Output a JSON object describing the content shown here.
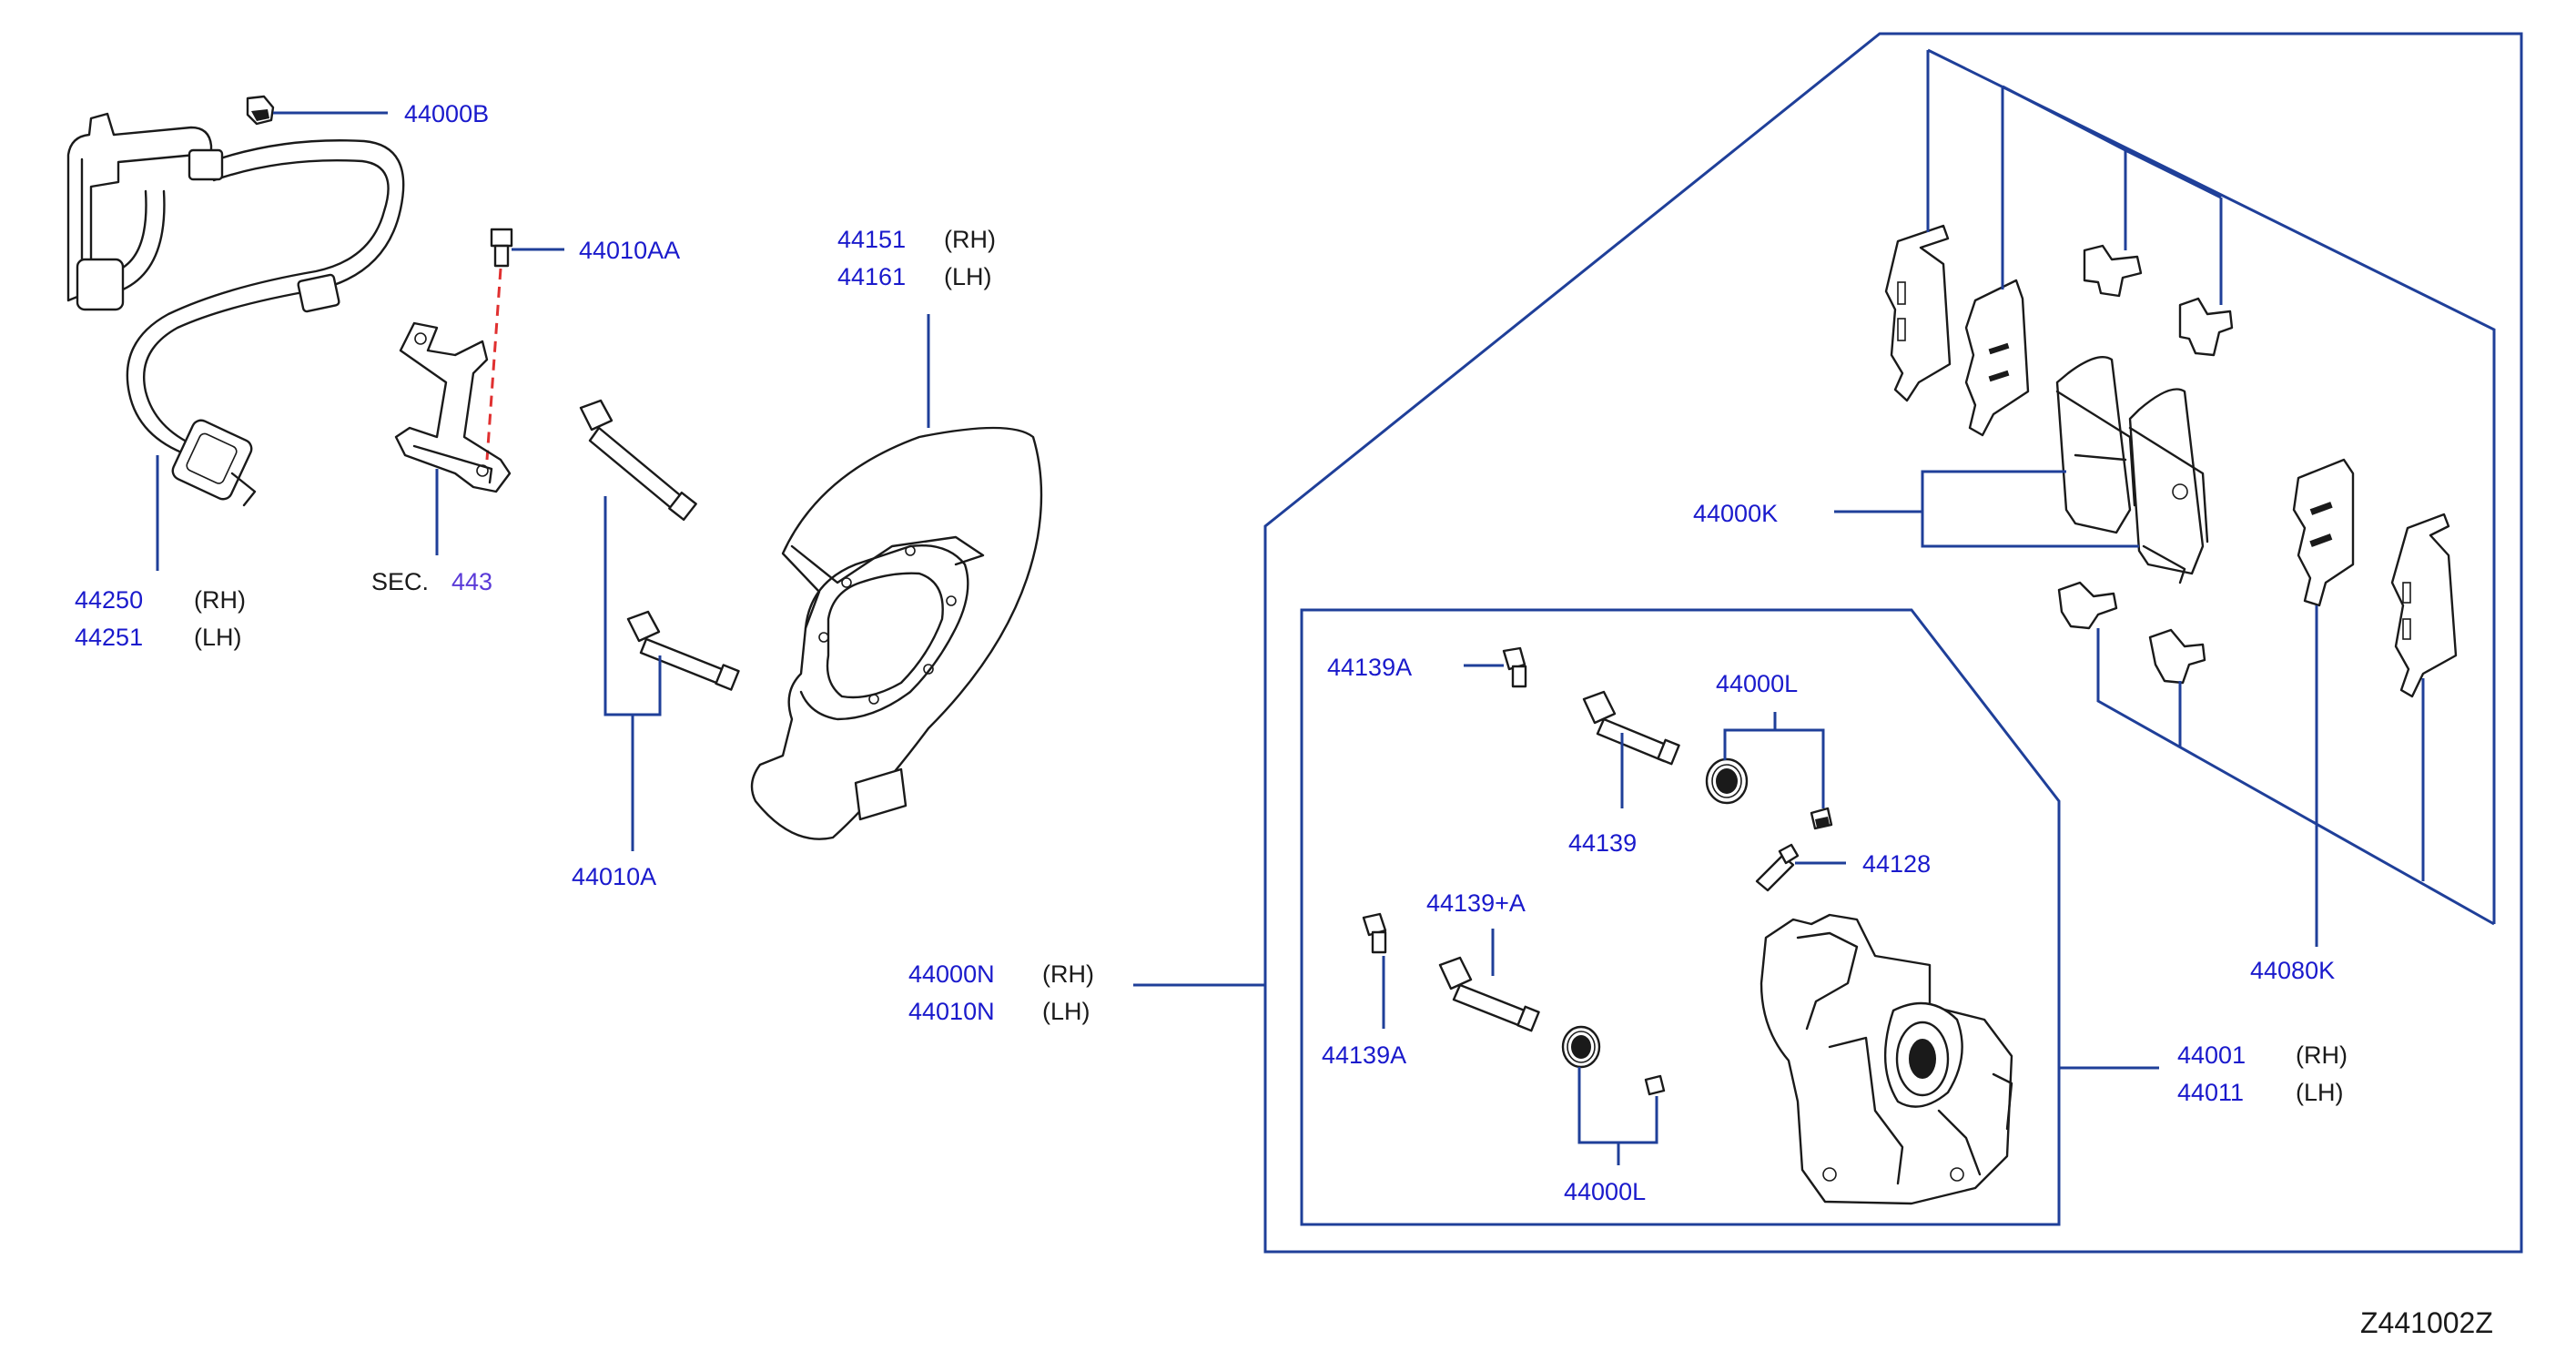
{
  "parts": {
    "p44000B": {
      "number": "44000B"
    },
    "p44010AA": {
      "number": "44010AA"
    },
    "p44151": {
      "number": "44151",
      "side": "(RH)"
    },
    "p44161": {
      "number": "44161",
      "side": "(LH)"
    },
    "p44250": {
      "number": "44250",
      "side": "(RH)"
    },
    "p44251": {
      "number": "44251",
      "side": "(LH)"
    },
    "sec443": {
      "prefix": "SEC.",
      "number": "443"
    },
    "p44010A": {
      "number": "44010A"
    },
    "p44000N": {
      "number": "44000N",
      "side": "(RH)"
    },
    "p44010N": {
      "number": "44010N",
      "side": "(LH)"
    },
    "p44000K": {
      "number": "44000K"
    },
    "p44080K": {
      "number": "44080K"
    },
    "p44139A_top": {
      "number": "44139A"
    },
    "p44139": {
      "number": "44139"
    },
    "p44000L_top": {
      "number": "44000L"
    },
    "p44128": {
      "number": "44128"
    },
    "p44139plusA": {
      "number": "44139+A"
    },
    "p44139A_bottom": {
      "number": "44139A"
    },
    "p44000L_bottom": {
      "number": "44000L"
    },
    "p44001": {
      "number": "44001",
      "side": "(RH)"
    },
    "p44011": {
      "number": "44011",
      "side": "(LH)"
    }
  },
  "diagram_code": "Z441002Z",
  "colors": {
    "part_number": "#1a1acc",
    "section_ref": "#5a3ad8",
    "leader_line": "#1f3f99",
    "connection_dash": "#e03030",
    "outline": "#1a1a1a"
  }
}
